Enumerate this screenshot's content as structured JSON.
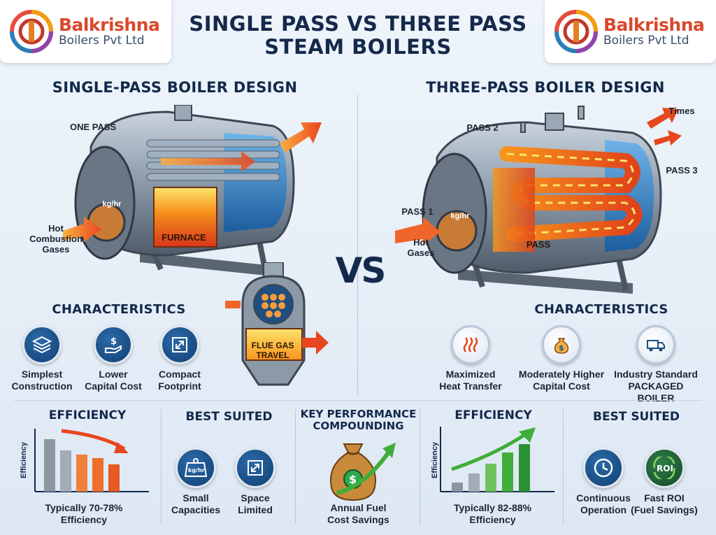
{
  "logo": {
    "name": "Balkrishna",
    "sub": "Boilers Pvt Ltd"
  },
  "title": {
    "line1": "SINGLE PASS VS THREE PASS",
    "line2": "STEAM BOILERS"
  },
  "vs_label": "VS",
  "single": {
    "heading": "SINGLE-PASS BOILER DESIGN",
    "one_pass": "ONE PASS",
    "kghr": "kg/hr",
    "hot_gases_1": "Hot",
    "hot_gases_2": "Combustion",
    "hot_gases_3": "Gases",
    "furnace": "FURNACE",
    "flue_1": "FLUE GAS",
    "flue_2": "TRAVEL",
    "characteristics_heading": "CHARACTERISTICS",
    "characteristics": [
      {
        "line1": "Simplest",
        "line2": "Construction",
        "icon": "layers-icon"
      },
      {
        "line1": "Lower",
        "line2": "Capital Cost",
        "icon": "dollar-hand-icon"
      },
      {
        "line1": "Compact",
        "line2": "Footprint",
        "icon": "expand-icon"
      }
    ]
  },
  "three": {
    "heading": "THREE-PASS BOILER DESIGN",
    "times": "Times",
    "pass1": "PASS 1",
    "pass2": "PASS 2",
    "pass3": "PASS 3",
    "pass_inner": "PASS",
    "kghr": "kg/hr",
    "hot_1": "Hot",
    "hot_2": "Gases",
    "characteristics_heading": "CHARACTERISTICS",
    "characteristics": [
      {
        "line1": "Maximized",
        "line2": "Heat Transfer",
        "icon": "heat-waves-icon"
      },
      {
        "line1": "Moderately Higher",
        "line2": "Capital Cost",
        "icon": "money-bag-icon"
      },
      {
        "line1": "Industry Standard",
        "line2": "PACKAGED BOILER",
        "icon": "truck-icon"
      }
    ]
  },
  "bottom": {
    "eff_left_heading": "EFFICIENCY",
    "eff_left_axis": "Efficiency",
    "eff_left_caption_1": "Typically 70-78%",
    "eff_left_caption_2": "Efficiency",
    "best_left_heading": "BEST SUITED",
    "best_left": [
      {
        "line1": "Small",
        "line2": "Capacities",
        "icon": "weight-kghr-icon",
        "badge": "kg/hr"
      },
      {
        "line1": "Space",
        "line2": "Limited",
        "icon": "expand-icon"
      }
    ],
    "kpc_heading_1": "KEY PERFORMANCE",
    "kpc_heading_2": "COMPOUNDING",
    "kpc_caption_1": "Annual Fuel",
    "kpc_caption_2": "Cost Savings",
    "kpc_symbol": "$",
    "eff_right_heading": "EFFICIENCY",
    "eff_right_axis": "Efficiency",
    "eff_right_caption_1": "Typically 82-88%",
    "eff_right_caption_2": "Efficiency",
    "best_right_heading": "BEST SUITED",
    "best_right": [
      {
        "line1": "Continuous",
        "line2": "Operation",
        "icon": "clock-icon"
      },
      {
        "line1": "Fast ROI",
        "line2": "(Fuel Savings)",
        "icon": "roi-icon",
        "badge": "ROI"
      }
    ]
  },
  "colors": {
    "navy": "#13294b",
    "orange": "#f0652a",
    "green": "#3fae3a",
    "blue": "#1f5e9e"
  }
}
